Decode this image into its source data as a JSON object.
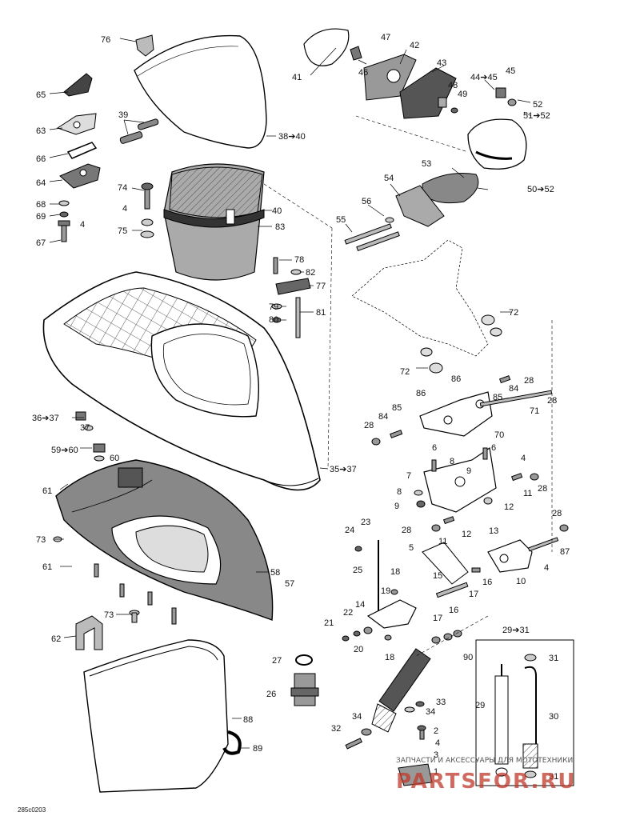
{
  "diagram": {
    "footer_code": "285c0203",
    "watermark_top": "ЗАПЧАСТИ И АКСЕССУАРЫ ДЛЯ МОТОТЕХНИКИ",
    "watermark_brand": "PARTSFOR.RU",
    "callouts": [
      {
        "id": "c76",
        "text": "76"
      },
      {
        "id": "c65",
        "text": "65"
      },
      {
        "id": "c63",
        "text": "63"
      },
      {
        "id": "c66",
        "text": "66"
      },
      {
        "id": "c64",
        "text": "64"
      },
      {
        "id": "c68",
        "text": "68"
      },
      {
        "id": "c69",
        "text": "69"
      },
      {
        "id": "c67",
        "text": "67"
      },
      {
        "id": "c4a",
        "text": "4"
      },
      {
        "id": "c39",
        "text": "39"
      },
      {
        "id": "c38",
        "text": "38➔40"
      },
      {
        "id": "c74",
        "text": "74"
      },
      {
        "id": "c4b",
        "text": "4"
      },
      {
        "id": "c40",
        "text": "40"
      },
      {
        "id": "c75",
        "text": "75"
      },
      {
        "id": "c83",
        "text": "83"
      },
      {
        "id": "c78",
        "text": "78"
      },
      {
        "id": "c82",
        "text": "82"
      },
      {
        "id": "c77",
        "text": "77"
      },
      {
        "id": "c79",
        "text": "79"
      },
      {
        "id": "c80",
        "text": "80"
      },
      {
        "id": "c81",
        "text": "81"
      },
      {
        "id": "c41",
        "text": "41"
      },
      {
        "id": "c46",
        "text": "46"
      },
      {
        "id": "c47",
        "text": "47"
      },
      {
        "id": "c42",
        "text": "42"
      },
      {
        "id": "c43",
        "text": "43"
      },
      {
        "id": "c48",
        "text": "48"
      },
      {
        "id": "c49",
        "text": "49"
      },
      {
        "id": "c4445",
        "text": "44➔45"
      },
      {
        "id": "c45",
        "text": "45"
      },
      {
        "id": "c52",
        "text": "52"
      },
      {
        "id": "c5152",
        "text": "51➔52"
      },
      {
        "id": "c53",
        "text": "53"
      },
      {
        "id": "c54",
        "text": "54"
      },
      {
        "id": "c5052",
        "text": "50➔52"
      },
      {
        "id": "c56",
        "text": "56"
      },
      {
        "id": "c55",
        "text": "55"
      },
      {
        "id": "c72a",
        "text": "72"
      },
      {
        "id": "c72b",
        "text": "72"
      },
      {
        "id": "c3637",
        "text": "36➔37"
      },
      {
        "id": "c37",
        "text": "37"
      },
      {
        "id": "c5960",
        "text": "59➔60"
      },
      {
        "id": "c60",
        "text": "60"
      },
      {
        "id": "c61a",
        "text": "61"
      },
      {
        "id": "c73a",
        "text": "73"
      },
      {
        "id": "c61b",
        "text": "61"
      },
      {
        "id": "c3537",
        "text": "35➔37"
      },
      {
        "id": "c58",
        "text": "58"
      },
      {
        "id": "c57",
        "text": "57"
      },
      {
        "id": "c73b",
        "text": "73"
      },
      {
        "id": "c62",
        "text": "62"
      },
      {
        "id": "c86a",
        "text": "86"
      },
      {
        "id": "c28a",
        "text": "28"
      },
      {
        "id": "c84a",
        "text": "84"
      },
      {
        "id": "c85a",
        "text": "85"
      },
      {
        "id": "c28b",
        "text": "28"
      },
      {
        "id": "c86b",
        "text": "86"
      },
      {
        "id": "c28c",
        "text": "28"
      },
      {
        "id": "c84b",
        "text": "84"
      },
      {
        "id": "c85b",
        "text": "85"
      },
      {
        "id": "c71",
        "text": "71"
      },
      {
        "id": "c70",
        "text": "70"
      },
      {
        "id": "c6a",
        "text": "6"
      },
      {
        "id": "c6b",
        "text": "6"
      },
      {
        "id": "c4c",
        "text": "4"
      },
      {
        "id": "c7",
        "text": "7"
      },
      {
        "id": "c9a",
        "text": "9"
      },
      {
        "id": "c8a",
        "text": "8"
      },
      {
        "id": "c11a",
        "text": "11"
      },
      {
        "id": "c28d",
        "text": "28"
      },
      {
        "id": "c8b",
        "text": "8"
      },
      {
        "id": "c9b",
        "text": "9"
      },
      {
        "id": "c12a",
        "text": "12"
      },
      {
        "id": "c28e",
        "text": "28"
      },
      {
        "id": "c11b",
        "text": "11"
      },
      {
        "id": "c12b",
        "text": "12"
      },
      {
        "id": "c13",
        "text": "13"
      },
      {
        "id": "c28f",
        "text": "28"
      },
      {
        "id": "c87",
        "text": "87"
      },
      {
        "id": "c4d",
        "text": "4"
      },
      {
        "id": "c24",
        "text": "24"
      },
      {
        "id": "c23",
        "text": "23"
      },
      {
        "id": "c5",
        "text": "5"
      },
      {
        "id": "c10",
        "text": "10"
      },
      {
        "id": "c25",
        "text": "25"
      },
      {
        "id": "c15",
        "text": "15"
      },
      {
        "id": "c16",
        "text": "16"
      },
      {
        "id": "c18a",
        "text": "18"
      },
      {
        "id": "c19",
        "text": "19"
      },
      {
        "id": "c17a",
        "text": "17"
      },
      {
        "id": "c14",
        "text": "14"
      },
      {
        "id": "c22",
        "text": "22"
      },
      {
        "id": "c21",
        "text": "21"
      },
      {
        "id": "c20",
        "text": "20"
      },
      {
        "id": "c17b",
        "text": "17"
      },
      {
        "id": "c16b",
        "text": "16"
      },
      {
        "id": "c18b",
        "text": "18"
      },
      {
        "id": "c90",
        "text": "90"
      },
      {
        "id": "c2931",
        "text": "29➔31"
      },
      {
        "id": "c31a",
        "text": "31"
      },
      {
        "id": "c27",
        "text": "27"
      },
      {
        "id": "c26",
        "text": "26"
      },
      {
        "id": "c29",
        "text": "29"
      },
      {
        "id": "c30",
        "text": "30"
      },
      {
        "id": "c33",
        "text": "33"
      },
      {
        "id": "c34a",
        "text": "34"
      },
      {
        "id": "c34b",
        "text": "34"
      },
      {
        "id": "c32",
        "text": "32"
      },
      {
        "id": "c2",
        "text": "2"
      },
      {
        "id": "c4e",
        "text": "4"
      },
      {
        "id": "c3",
        "text": "3"
      },
      {
        "id": "c1",
        "text": "1"
      },
      {
        "id": "c31b",
        "text": "31"
      },
      {
        "id": "c88",
        "text": "88"
      },
      {
        "id": "c89",
        "text": "89"
      }
    ]
  }
}
